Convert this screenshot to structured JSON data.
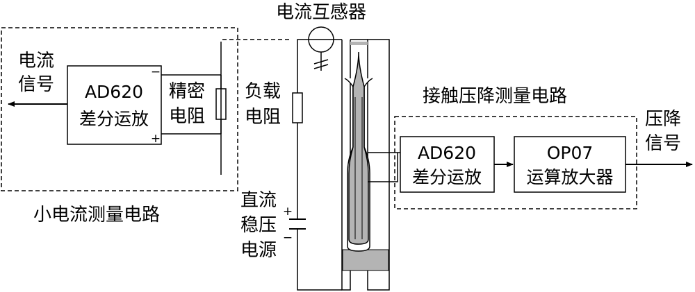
{
  "sensor": {
    "label": "电流互感器"
  },
  "small_current": {
    "title": "小电流测量电路",
    "output_label": [
      "电流",
      "信号"
    ],
    "amp": {
      "line1": "AD620",
      "line2": "差分运放",
      "minus": "−",
      "plus": "+"
    },
    "resistor_label": [
      "精密",
      "电阻"
    ]
  },
  "load": {
    "label": [
      "负载",
      "电阻"
    ]
  },
  "dc_source": {
    "label": [
      "直流",
      "稳压",
      "电源"
    ],
    "plus": "+",
    "minus": "−"
  },
  "contact_drop": {
    "title": "接触压降测量电路",
    "amp": {
      "line1": "AD620",
      "line2": "差分运放"
    },
    "op_amp": {
      "line1": "OP07",
      "line2": "运算放大器"
    },
    "output_label": [
      "压降",
      "信号"
    ]
  },
  "colors": {
    "line": "#000000",
    "fill_gray": "#b4b4b4"
  }
}
